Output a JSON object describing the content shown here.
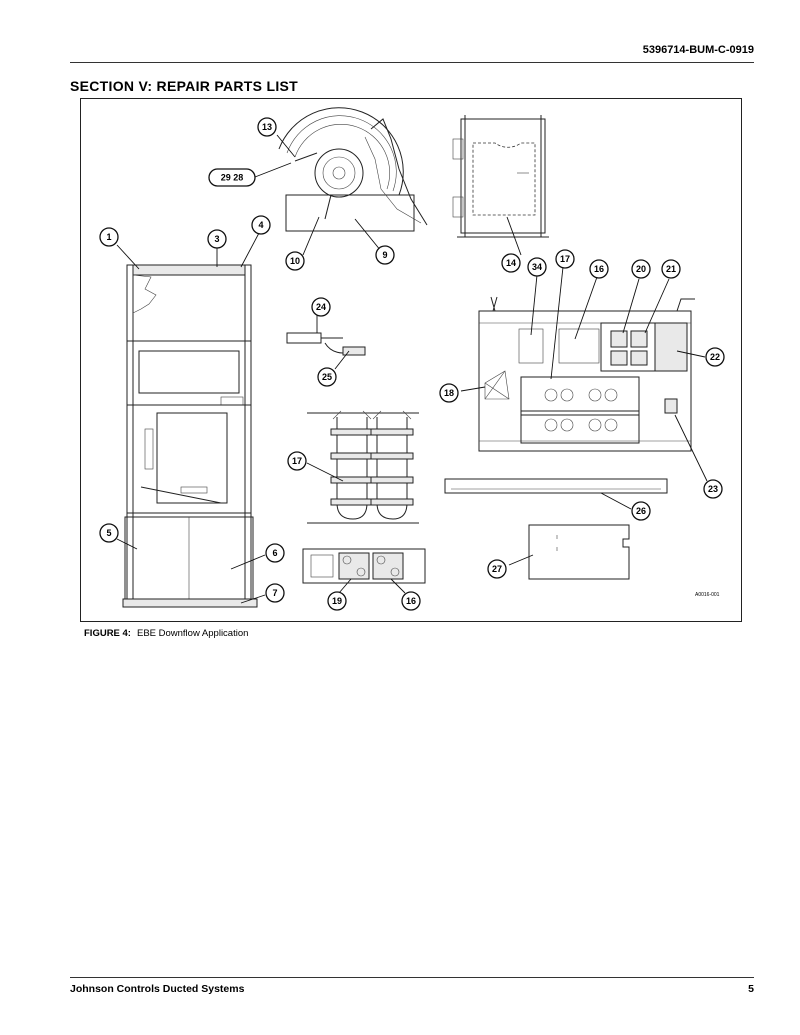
{
  "header": {
    "doc_number": "5396714-BUM-C-0919"
  },
  "section": {
    "title": "SECTION V: REPAIR PARTS LIST"
  },
  "figure": {
    "caption_label": "FIGURE 4:",
    "caption_text": "EBE Downflow Application",
    "art_code": "A0016-001",
    "callouts": {
      "c1": "1",
      "c3": "3",
      "c4": "4",
      "c5": "5",
      "c6": "6",
      "c7": "7",
      "c9": "9",
      "c10": "10",
      "c13": "13",
      "c2928": "29 28",
      "c14": "14",
      "c24": "24",
      "c25": "25",
      "c17a": "17",
      "c19": "19",
      "c16a": "16",
      "c34": "34",
      "c17b": "17",
      "c16b": "16",
      "c20": "20",
      "c21": "21",
      "c22": "22",
      "c18": "18",
      "c23": "23",
      "c26": "26",
      "c27": "27"
    }
  },
  "footer": {
    "company": "Johnson Controls Ducted Systems",
    "page_number": "5"
  }
}
